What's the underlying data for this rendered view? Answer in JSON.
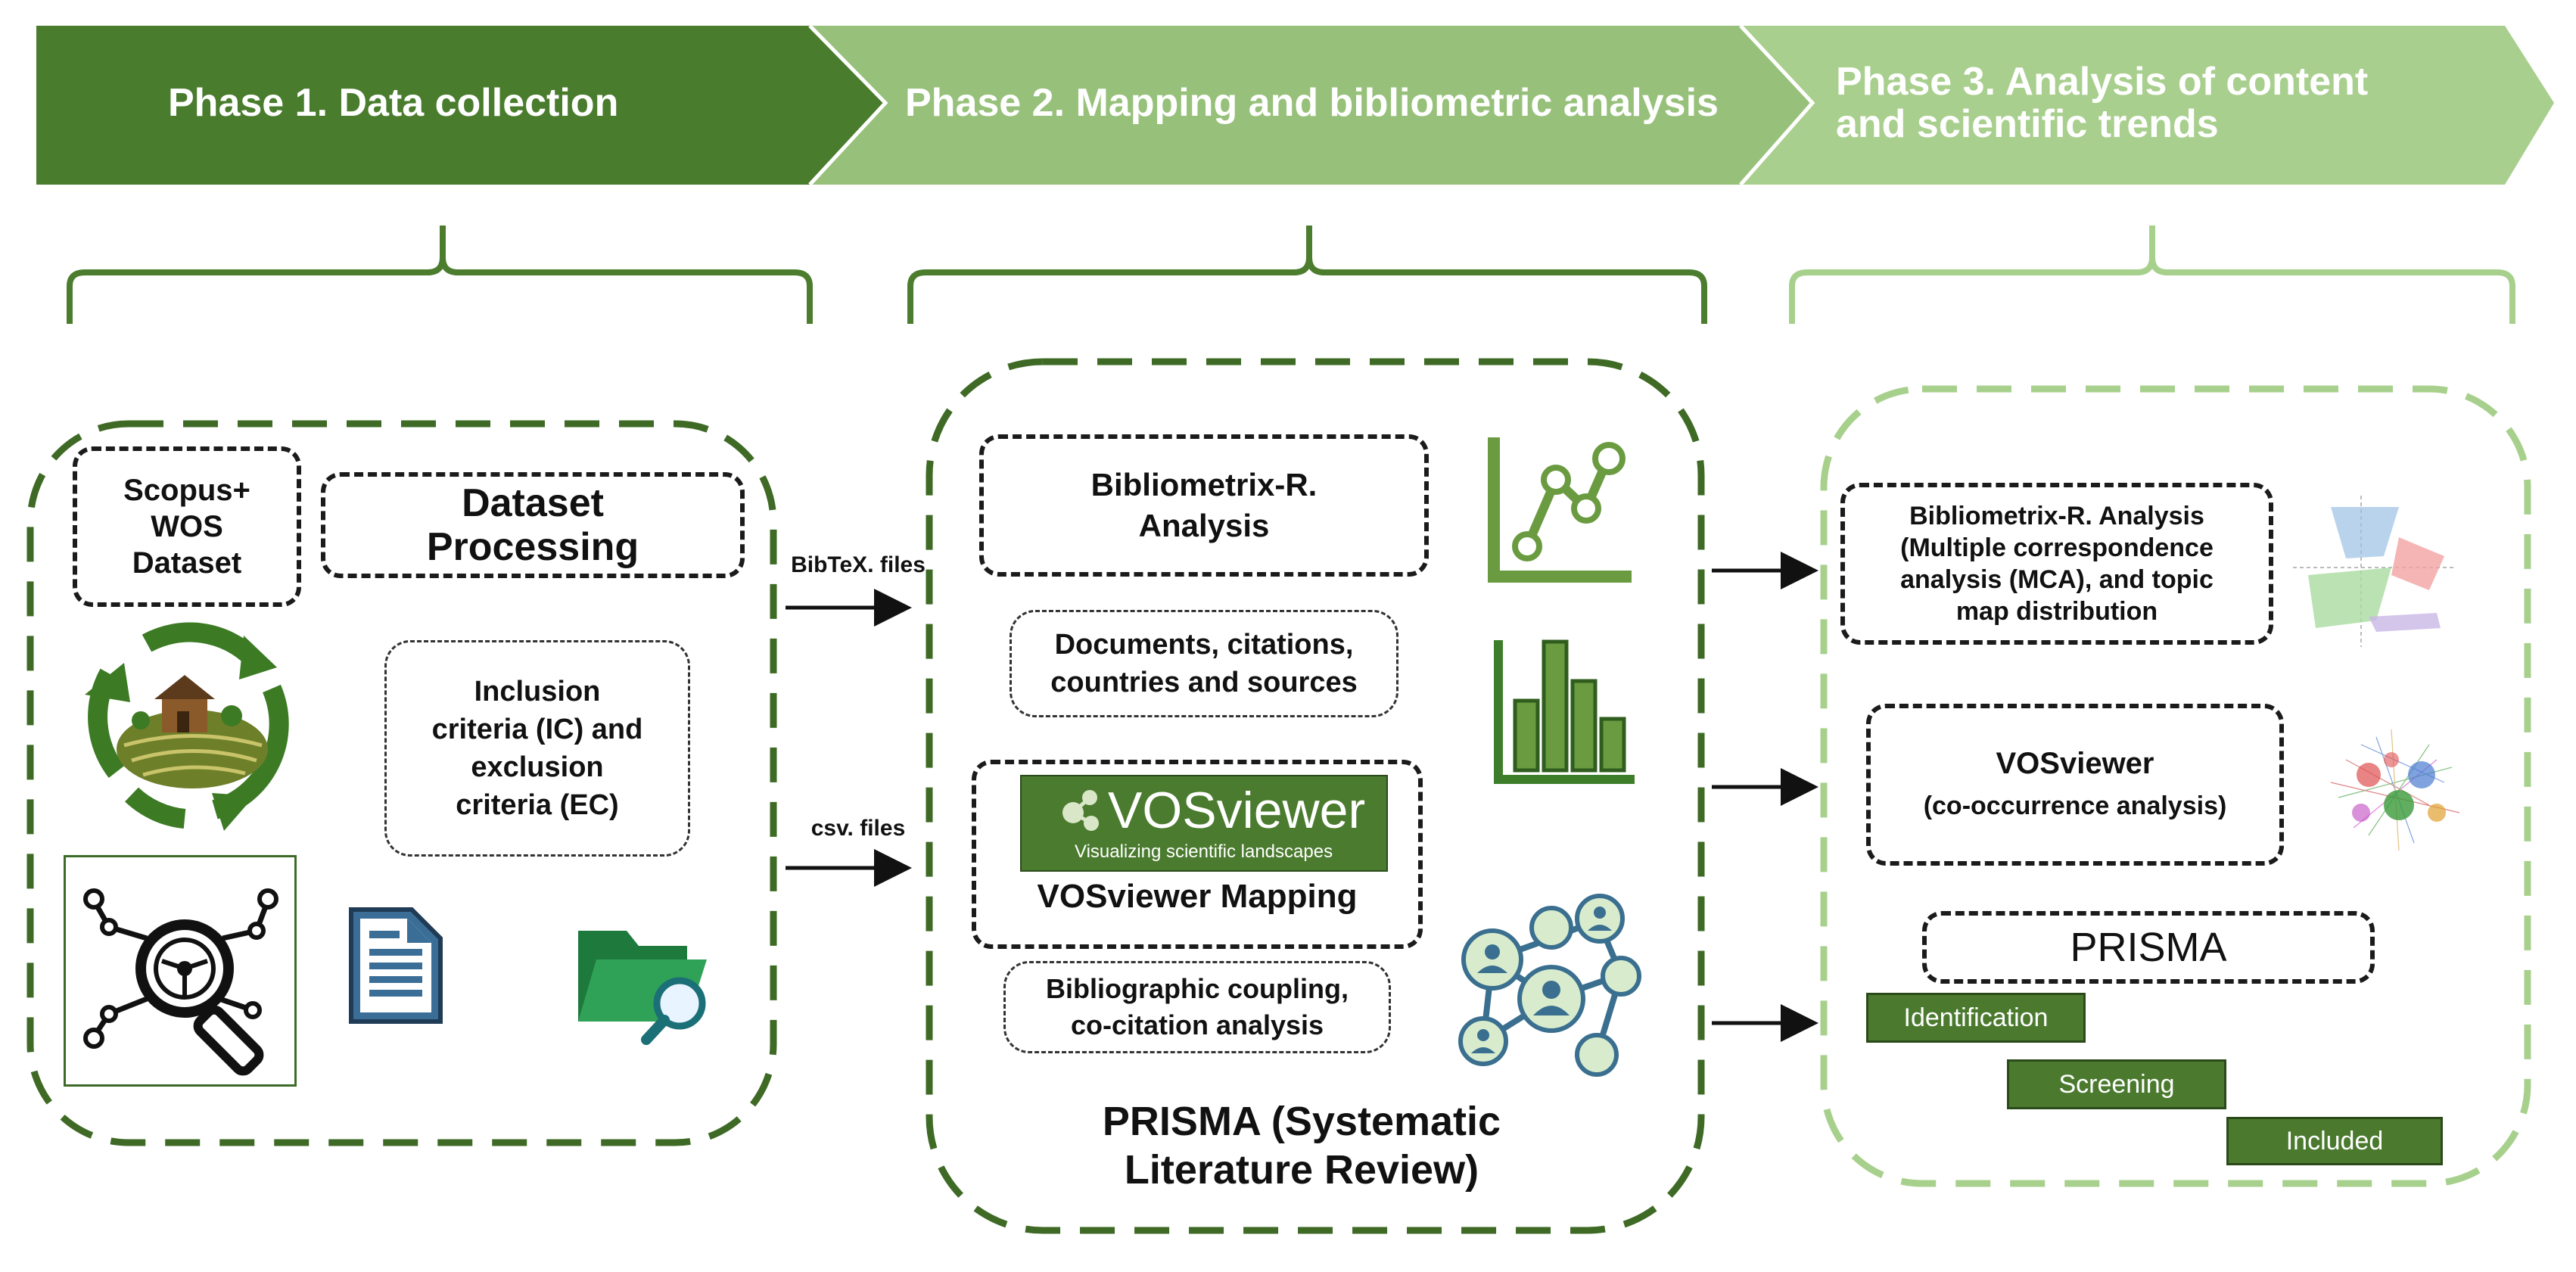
{
  "phases": [
    {
      "label": "Phase 1. Data collection"
    },
    {
      "label": "Phase 2. Mapping and bibliometric analysis"
    },
    {
      "label_line1": "Phase 3. Analysis of content",
      "label_line2": "and scientific trends"
    }
  ],
  "phase1": {
    "dataset_line1": "Scopus+",
    "dataset_line2": "WOS",
    "dataset_line3": "Dataset",
    "processing_line1": "Dataset",
    "processing_line2": "Processing",
    "criteria_line1": "Inclusion",
    "criteria_line2": "criteria (IC) and",
    "criteria_line3": "exclusion",
    "criteria_line4": "criteria (EC)"
  },
  "connectors": {
    "bibtex": "BibTeX. files",
    "csv": "csv. files"
  },
  "phase2": {
    "biblio_line1": "Bibliometrix-R.",
    "biblio_line2": "Analysis",
    "docs_line1": "Documents, citations,",
    "docs_line2": "countries and sources",
    "vos_logo": "VOSviewer",
    "vos_tagline": "Visualizing scientific landscapes",
    "vos_mapping": "VOSviewer Mapping",
    "coupling_line1": "Bibliographic coupling,",
    "coupling_line2": "co-citation analysis",
    "prisma_line1": "PRISMA (Systematic",
    "prisma_line2": "Literature Review)"
  },
  "phase3": {
    "mca_line1": "Bibliometrix-R. Analysis",
    "mca_line2": "(Multiple correspondence",
    "mca_line3": "analysis (MCA), and topic",
    "mca_line4": "map distribution",
    "vos_line1": "VOSviewer",
    "vos_line2": "(co-occurrence analysis)",
    "prisma": "PRISMA",
    "steps": [
      "Identification",
      "Screening",
      "Included"
    ]
  },
  "colors": {
    "phase1": "#4a7c2d",
    "phase2": "#97c17a",
    "phase3": "#a9cf8e",
    "bracket1": "#4c7d2e",
    "bracket3": "#a8d08d",
    "step_fill": "#4b7a2f"
  },
  "icons": [
    "farm-recycle-icon",
    "magnifier-network-icon",
    "document-icon",
    "folder-search-icon",
    "line-chart-icon",
    "bar-chart-icon",
    "people-network-icon"
  ]
}
